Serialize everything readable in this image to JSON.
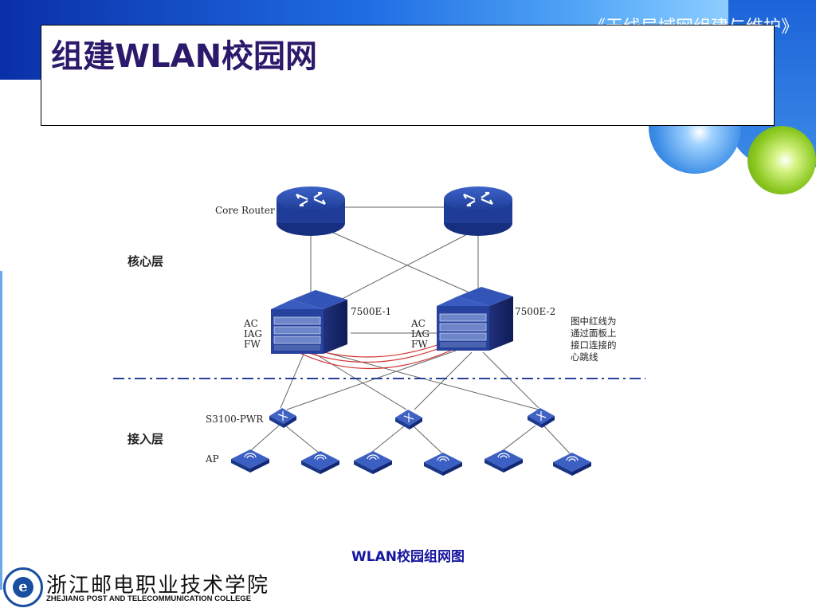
{
  "header": {
    "course_title": "《无线局域网组建与维护》",
    "slide_title": "组建WLAN校园网"
  },
  "diagram": {
    "labels": {
      "core_router": "Core Router",
      "core_layer": "核心层",
      "access_layer": "接入层",
      "switch_1": "7500E-1",
      "switch_2": "7500E-2",
      "ac": "AC",
      "iag": "IAG",
      "fw": "FW",
      "s3100": "S3100-PWR",
      "ap": "AP"
    },
    "note_lines": [
      "图中红线为",
      "通过面板上",
      "接口连接的",
      "心跳线"
    ],
    "colors": {
      "device_blue": "#1f3f9c",
      "heartbeat_red": "#d23030",
      "divider_blue": "#2a3f9a"
    }
  },
  "caption": "WLAN校园组网图",
  "footer": {
    "college_cn": "浙江邮电职业技术学院",
    "college_en": "ZHEJIANG POST AND TELECOMMUNICATION COLLEGE"
  }
}
